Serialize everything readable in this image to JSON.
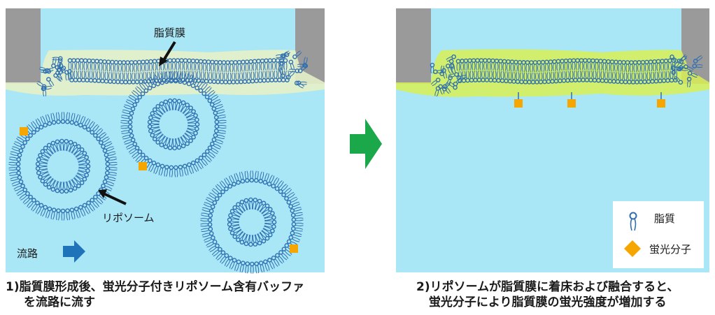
{
  "panel1": {
    "membrane_label": "脂質膜",
    "liposome_label": "リポソーム",
    "flow_label": "流路"
  },
  "panel2": {
    "legend": {
      "lipid": "脂質",
      "fluor": "蛍光分子"
    }
  },
  "captions": {
    "step1_line1": "1)脂質膜形成後、蛍光分子付きリポソーム含有バッファ",
    "step1_line2": "を流路に流す",
    "step2_line1": "2)リポソームが脂質膜に着床および融合すると、",
    "step2_line2": "蛍光分子により脂質膜の蛍光強度が増加する"
  },
  "colors": {
    "water": "#a9e6f6",
    "lipid": "#2f6fb0",
    "membrane_glow_1": "#e6f0c8",
    "membrane_glow_2": "#d9ee55",
    "fluor": "#f6a600",
    "arrow": "#1aa84a",
    "flow_arrow": "#1f73b8",
    "wall": "#9a9a9a"
  }
}
